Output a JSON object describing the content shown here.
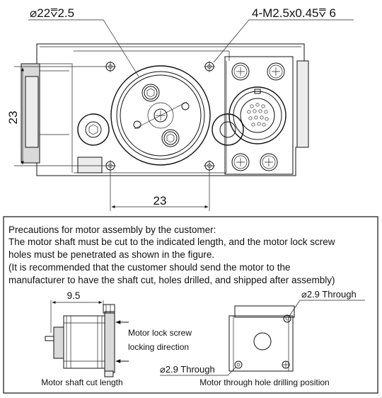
{
  "top_view": {
    "dim_bore": "⌀22⩢2.5",
    "dim_thread": "4-M2.5x0.45⩢ 6",
    "dim_height": "23",
    "dim_width": "23"
  },
  "notes": {
    "title": "Precautions for motor assembly by the customer:",
    "line1": "The motor shaft must be cut to the indicated length, and the motor lock screw",
    "line2": "holes must be penetrated as shown in the figure.",
    "line3": "(It is recommended that the customer should send the motor to the",
    "line4": "manufacturer to have the shaft cut, holes drilled, and shipped after assembly)"
  },
  "side_view": {
    "dim_cut": "9.5",
    "arrow_label_1": "Motor lock screw",
    "arrow_label_2": "locking direction",
    "caption": "Motor shaft cut length"
  },
  "front_view": {
    "hole_label_top": "⌀2.9 Through",
    "hole_label_bottom": "⌀2.9 Through",
    "caption": "Motor through hole drilling position"
  }
}
